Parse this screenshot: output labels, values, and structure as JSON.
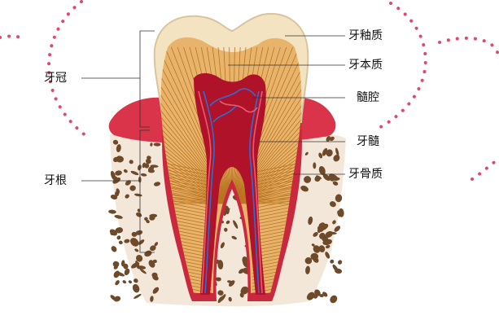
{
  "diagram": {
    "labels": {
      "crown": "牙冠",
      "root": "牙根",
      "enamel": "牙釉质",
      "dentin": "牙本质",
      "pulp_cavity": "髓腔",
      "pulp": "牙髓",
      "cementum": "牙骨质"
    }
  },
  "colors": {
    "decor_dots": "#e0496a",
    "enamel": "#f4e3c0",
    "enamel_edge": "#d9c4a0",
    "dentin": "#e8b46c",
    "dentin_lines": "#b9741f",
    "pulp": "#b0122a",
    "gum": "#d9344a",
    "bone": "#f3e7da",
    "bone_speckle": "#6e4a2a",
    "vein": "#2d6fd1",
    "leader": "#333333"
  }
}
